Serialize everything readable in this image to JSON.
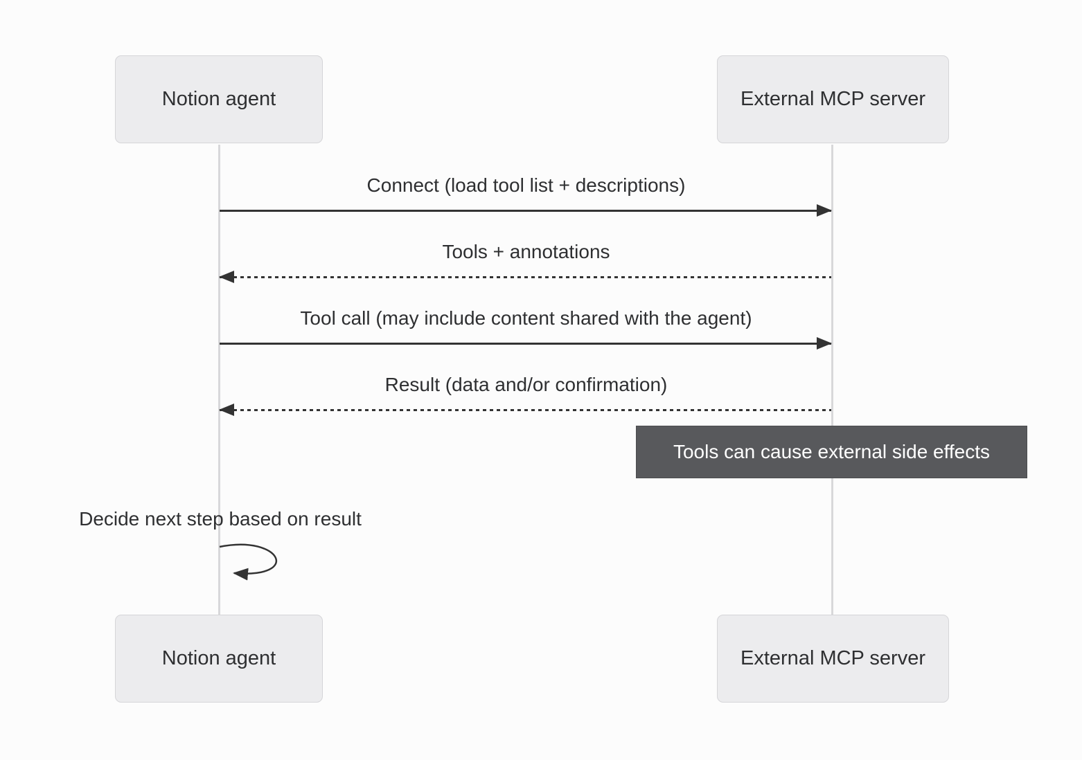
{
  "diagram": {
    "type": "sequence",
    "actors": [
      {
        "label": "Notion agent"
      },
      {
        "label": "External MCP server"
      }
    ],
    "messages": [
      {
        "label": "Connect (load tool list + descriptions)",
        "from": "Notion agent",
        "to": "External MCP server",
        "line": "solid",
        "direction": "right"
      },
      {
        "label": "Tools + annotations",
        "from": "External MCP server",
        "to": "Notion agent",
        "line": "dotted",
        "direction": "left"
      },
      {
        "label": "Tool call (may include content shared with the agent)",
        "from": "Notion agent",
        "to": "External MCP server",
        "line": "solid",
        "direction": "right"
      },
      {
        "label": "Result (data and/or confirmation)",
        "from": "External MCP server",
        "to": "Notion agent",
        "line": "dotted",
        "direction": "left"
      },
      {
        "label": "Decide next step based on result",
        "from": "Notion agent",
        "to": "Notion agent",
        "line": "solid",
        "direction": "self"
      }
    ],
    "note": {
      "label": "Tools can cause external side effects",
      "over": "External MCP server"
    },
    "colors": {
      "background": "#fcfcfc",
      "actor_fill": "#ececee",
      "actor_border": "#d5d5d8",
      "text": "#2e2f31",
      "lifeline": "#d8d8da",
      "arrow": "#333333",
      "note_fill": "#58595c",
      "note_text": "#ffffff"
    }
  }
}
